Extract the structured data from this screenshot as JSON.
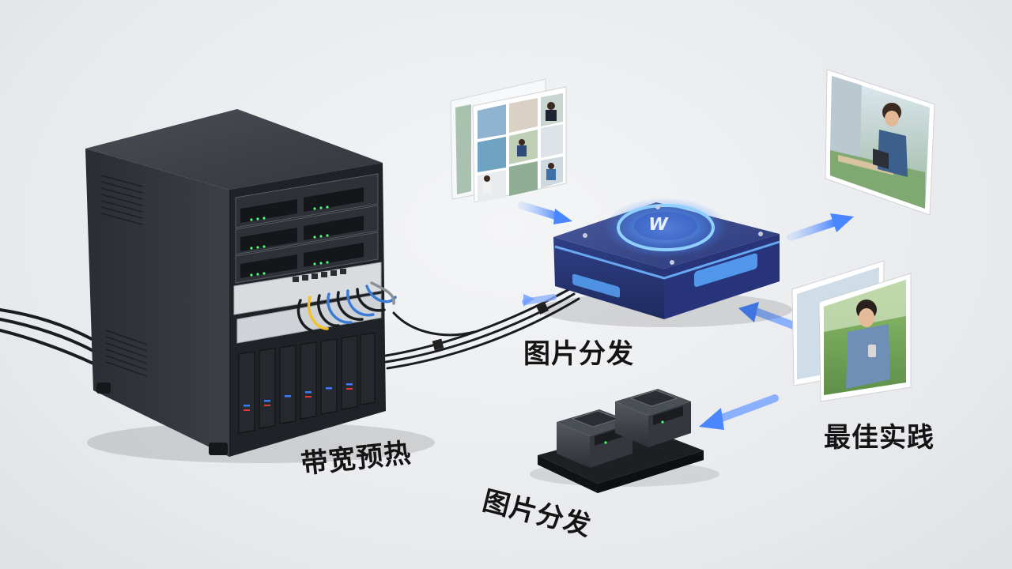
{
  "labels": {
    "distribute_top": "图片分发",
    "bandwidth_warmup": "带宽预热",
    "distribute_bottom": "图片分发",
    "best_practice": "最佳实践"
  },
  "hub_logo": "W",
  "colors": {
    "accent_blue": "#4a90ff",
    "server_dark": "#2b2f36",
    "hub_body": "#2f3f86"
  }
}
